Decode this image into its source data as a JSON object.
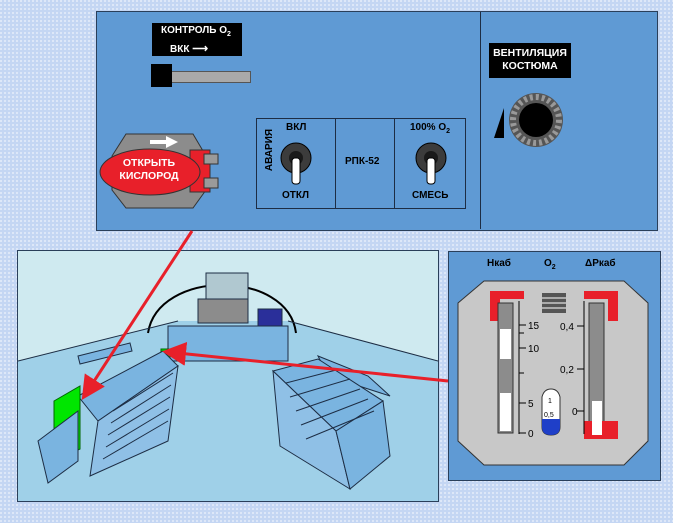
{
  "panel": {
    "o2_control_line1": "КОНТРОЛЬ О",
    "o2_control_sub": "2",
    "o2_control_line2": "ВКК",
    "open_oxygen_line1": "ОТКРЫТЬ",
    "open_oxygen_line2": "КИСЛОРОД",
    "emergency_label": "АВАРИЯ",
    "toggle_left_top": "ВКЛ",
    "toggle_left_bottom": "ОТКЛ",
    "rpk_label": "РПК-52",
    "toggle_right_top": "100% О",
    "toggle_right_top_sub": "2",
    "toggle_right_bottom": "СМЕСЬ",
    "ventilation_line1": "ВЕНТИЛЯЦИЯ",
    "ventilation_line2": "КОСТЮМА"
  },
  "gauge": {
    "h_cab_label": "Нкаб",
    "o2_label": "О",
    "o2_sub": "2",
    "dp_cab_label": "ΔРкаб",
    "left_scale": [
      "15",
      "10",
      "5",
      "0"
    ],
    "right_scale": [
      "0,4",
      "0,2",
      "0"
    ],
    "bulb_top": "1",
    "bulb_bottom": "0,5"
  },
  "colors": {
    "panel_blue": "#5f9ad4",
    "alarm_red": "#e8202a",
    "indicator_green": "#00e600",
    "gauge_grey": "#c8c8c8"
  }
}
